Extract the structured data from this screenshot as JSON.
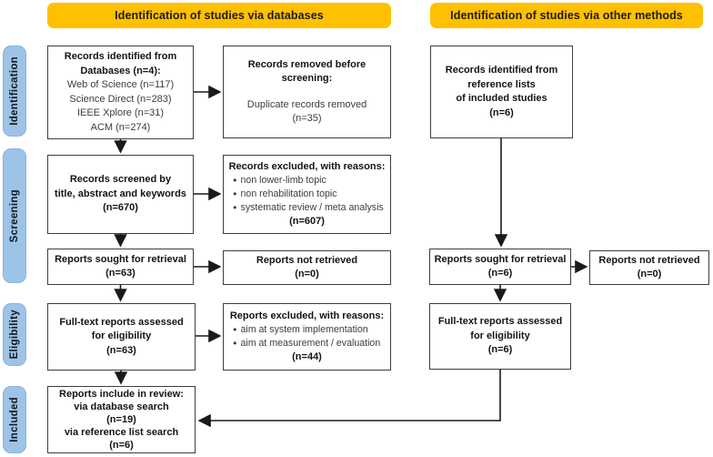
{
  "headers": {
    "databases": "Identification of studies via databases",
    "other_methods": "Identification of studies via other methods"
  },
  "stages": {
    "identification": "Identification",
    "screening": "Screening",
    "eligibility": "Eligibility",
    "included": "Included"
  },
  "colors": {
    "header_bg": "#FFC000",
    "stage_label_bg": "#9DC3E6",
    "box_border": "#3D3D3D",
    "arrow": "#1A1A1A",
    "box_bg": "#FFFFFF"
  },
  "boxes": {
    "records_identified_db": {
      "title": [
        "Records identified from",
        "Databases (n=4):"
      ],
      "items": [
        "Web of Science (n=117)",
        "Science Direct (n=283)",
        "IEEE Xplore (n=31)",
        "ACM (n=274)"
      ]
    },
    "records_removed": {
      "title": [
        "Records removed before",
        "screening:"
      ],
      "body": [
        "Duplicate records removed",
        "(n=35)"
      ]
    },
    "records_screened": {
      "lines": [
        "Records screened by",
        "title, abstract and keywords",
        "(n=670)"
      ]
    },
    "records_excluded": {
      "title": "Records excluded, with reasons:",
      "bullets": [
        "non lower-limb topic",
        "non rehabilitation topic",
        "systematic review / meta analysis"
      ],
      "count": "(n=607)"
    },
    "reports_sought_db": {
      "lines": [
        "Reports sought for retrieval",
        "(n=63)"
      ]
    },
    "reports_not_retrieved_db": {
      "lines": [
        "Reports not retrieved",
        "(n=0)"
      ]
    },
    "fulltext_db": {
      "lines": [
        "Full-text reports assessed",
        "for eligibility",
        "(n=63)"
      ]
    },
    "reports_excluded": {
      "title": "Reports excluded, with reasons:",
      "bullets": [
        "aim at system implementation",
        "aim at measurement / evaluation"
      ],
      "count": "(n=44)"
    },
    "included_reports": {
      "lines": [
        "Reports include in review:",
        "via database search",
        "(n=19)",
        "via reference list search",
        "(n=6)"
      ]
    },
    "records_identified_ref": {
      "lines": [
        "Records identified from",
        "reference lists",
        "of included studies",
        "(n=6)"
      ]
    },
    "reports_sought_ref": {
      "lines": [
        "Reports sought for retrieval",
        "(n=6)"
      ]
    },
    "reports_not_retrieved_ref": {
      "lines": [
        "Reports not retrieved",
        "(n=0)"
      ]
    },
    "fulltext_ref": {
      "lines": [
        "Full-text reports assessed",
        "for eligibility",
        "(n=6)"
      ]
    }
  }
}
